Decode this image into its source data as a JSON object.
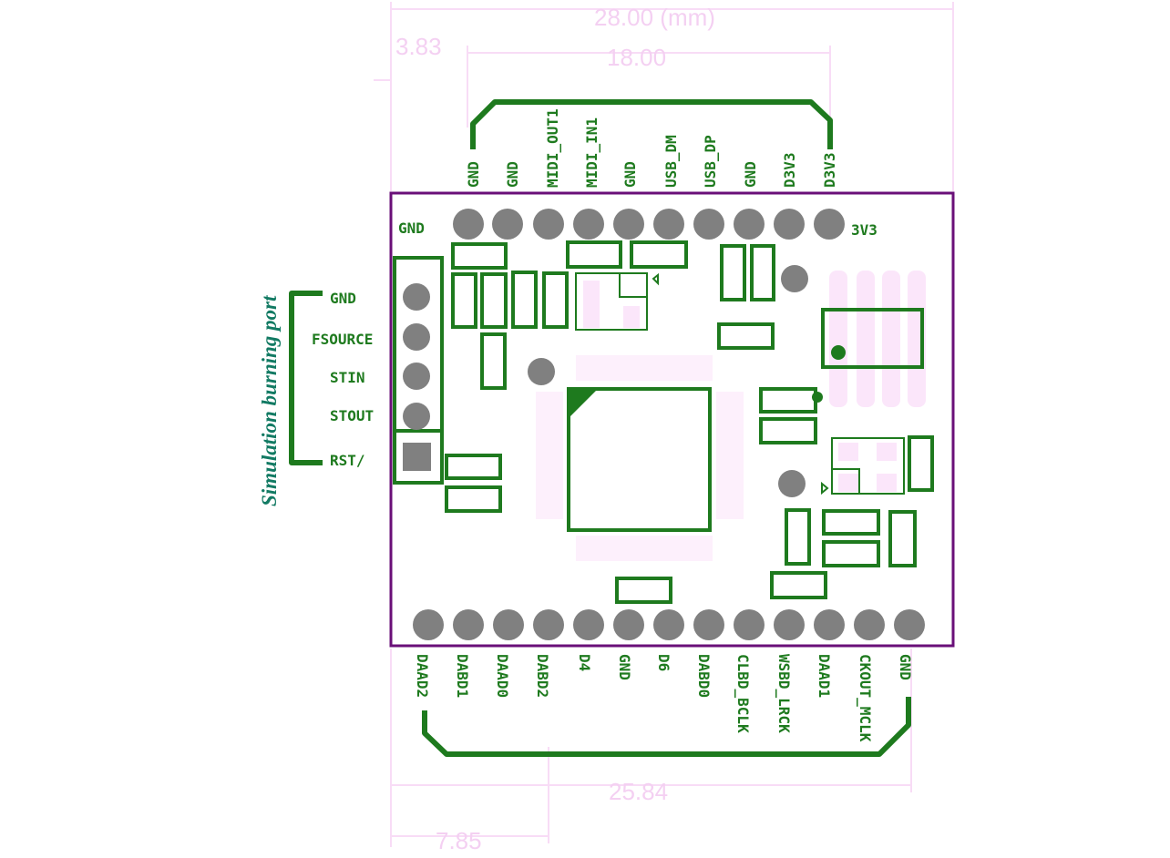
{
  "dimensions": {
    "overall_width": "28.00 (mm)",
    "left_offset": "3.83",
    "top_pin_span": "18.00",
    "bottom_pin_span": "25.84",
    "bottom_left_offset": "7.85"
  },
  "top_header": {
    "pins": [
      "GND",
      "GND",
      "MIDI_OUT1",
      "MIDI_IN1",
      "GND",
      "USB_DM",
      "USB_DP",
      "GND",
      "D3V3",
      "D3V3"
    ],
    "left_label": "GND",
    "right_label": "3V3"
  },
  "bottom_header": {
    "pins": [
      "DAAD2",
      "DABD1",
      "DAAD0",
      "DABD2",
      "D4",
      "GND",
      "D6",
      "DABD0",
      "CLBD_BCLK",
      "WSBD_LRCK",
      "DAAD1",
      "CKOUT_MCLK",
      "GND"
    ]
  },
  "burning_port": {
    "title": "Simulation burning port",
    "pins": [
      "GND",
      "FSOURCE",
      "STIN",
      "STOUT",
      "RST/"
    ]
  },
  "colors": {
    "board_outline": "#6a0f78",
    "silkscreen": "#1e7a1e",
    "pad": "#808080",
    "dimension": "#f4d0f2",
    "side_label": "#127a63"
  }
}
